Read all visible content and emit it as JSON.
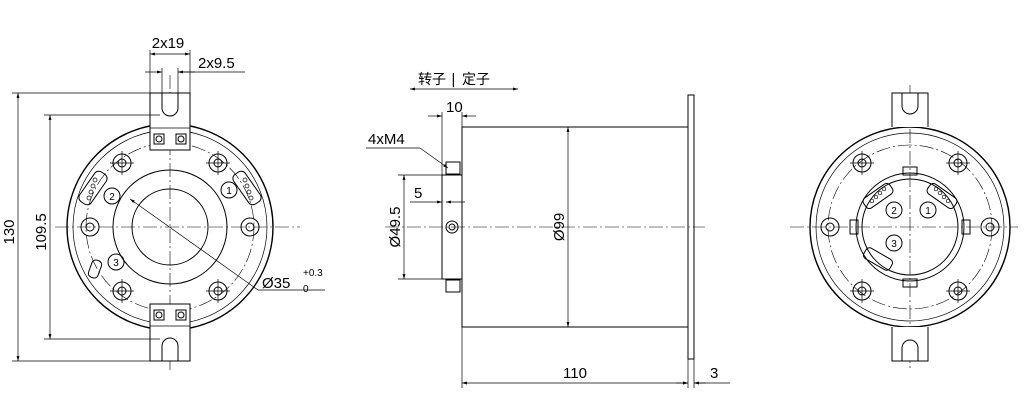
{
  "front_view": {
    "dim_outer_height": "130",
    "dim_hole_pitch": "109.5",
    "dim_tab_width": "2x19",
    "dim_slot_width": "2x9.5",
    "dim_bore": "Ø35",
    "dim_bore_tol_upper": "+0.3",
    "dim_bore_tol_lower": "0",
    "circle_label_1": "1",
    "circle_label_2": "2",
    "circle_label_3": "3"
  },
  "side_view": {
    "label_rotor": "转子",
    "label_divider": "|",
    "label_stator": "定子",
    "dim_rotor_len": "10",
    "dim_thread": "4xM4",
    "dim_shaft_len": "5",
    "dim_flange_dia": "Ø49.5",
    "dim_body_dia": "Ø99",
    "dim_body_len": "110",
    "dim_flange_thk": "3"
  },
  "rear_view": {
    "circle_label_1": "1",
    "circle_label_2": "2",
    "circle_label_3": "3"
  }
}
